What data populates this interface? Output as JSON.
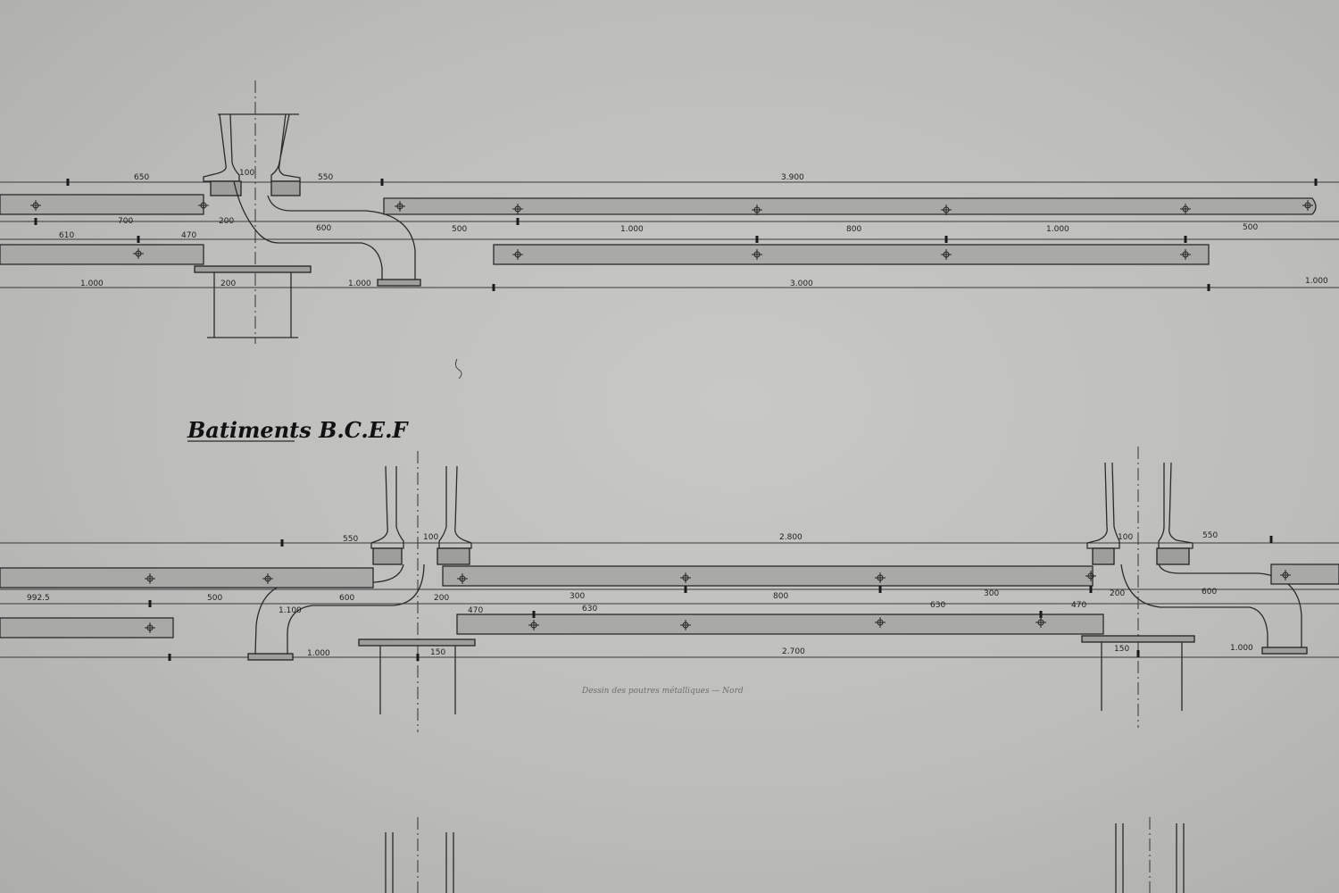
{
  "title": "Batiments B.C.E.F",
  "annotation_faint": "Dessin des poutres métalliques — Nord",
  "dimensions": {
    "top_upper": [
      "650",
      "100",
      "550",
      "3.900"
    ],
    "top_middle": [
      "700",
      "200",
      "600",
      "500",
      "1.000",
      "800",
      "1.000",
      "500"
    ],
    "top_lower": [
      "610",
      "470"
    ],
    "top_bottom": [
      "1.000",
      "200",
      "1.000",
      "3.000",
      "1.000"
    ],
    "bottom_upper": [
      "550",
      "100",
      "2.800",
      "100",
      "550"
    ],
    "bottom_middle": [
      "992.5",
      "500",
      "600",
      "200",
      "300",
      "800",
      "300",
      "200",
      "600"
    ],
    "bottom_lower": [
      "1.100",
      "470",
      "630",
      "630",
      "470"
    ],
    "bottom_bottom": [
      "1.000",
      "150",
      "2.700",
      "150",
      "1.000"
    ]
  }
}
